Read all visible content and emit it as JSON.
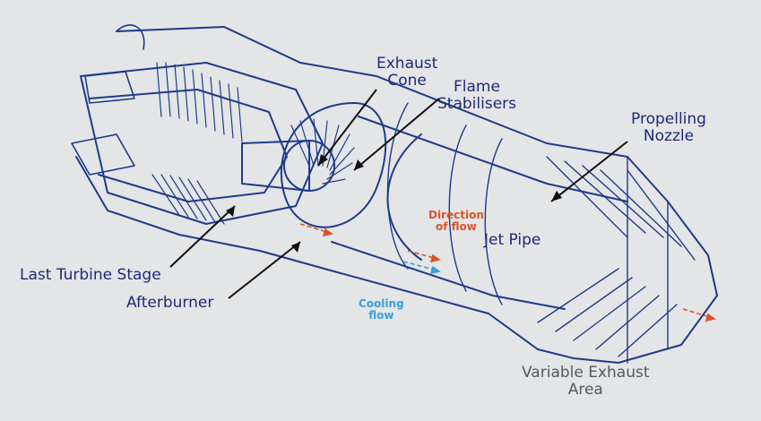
{
  "diagram": {
    "labels": {
      "exhaust_cone": "Exhaust\nCone",
      "flame_stabilisers": "Flame\nStabilisers",
      "propelling_nozzle": "Propelling\nNozzle",
      "jet_pipe": "Jet Pipe",
      "direction_of_flow": "Direction\nof flow",
      "cooling_flow": "Cooling\nflow",
      "last_turbine_stage": "Last Turbine Stage",
      "afterburner": "Afterburner",
      "variable_exhaust_area": "Variable Exhaust\nArea"
    },
    "colors": {
      "background": "#e4e5e7",
      "line_art": "#1e3a8a",
      "label_text": "#1e2a78",
      "secondary_text": "#555860",
      "flow_arrow": "#d9552a",
      "cooling_arrow": "#3aa0d8"
    }
  }
}
